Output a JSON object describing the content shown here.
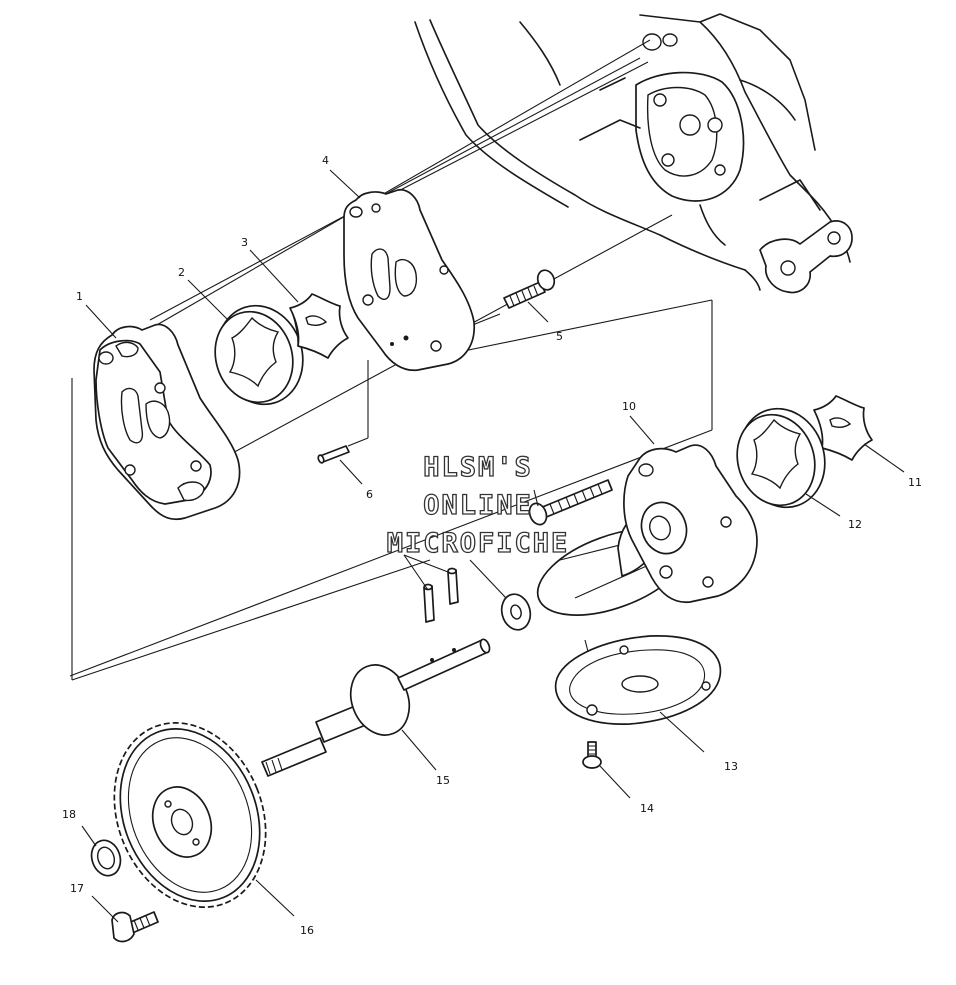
{
  "watermark": {
    "line1": "HLSM'S",
    "line2": "ONLINE",
    "line3": "MICROFICHE"
  },
  "callouts": {
    "c1": "1",
    "c2": "2",
    "c3": "3",
    "c4": "4",
    "c5": "5",
    "c6": "6",
    "c10": "10",
    "c11": "11",
    "c12": "12",
    "c13": "13",
    "c14": "14",
    "c15": "15",
    "c16": "16",
    "c17": "17",
    "c18": "18"
  }
}
